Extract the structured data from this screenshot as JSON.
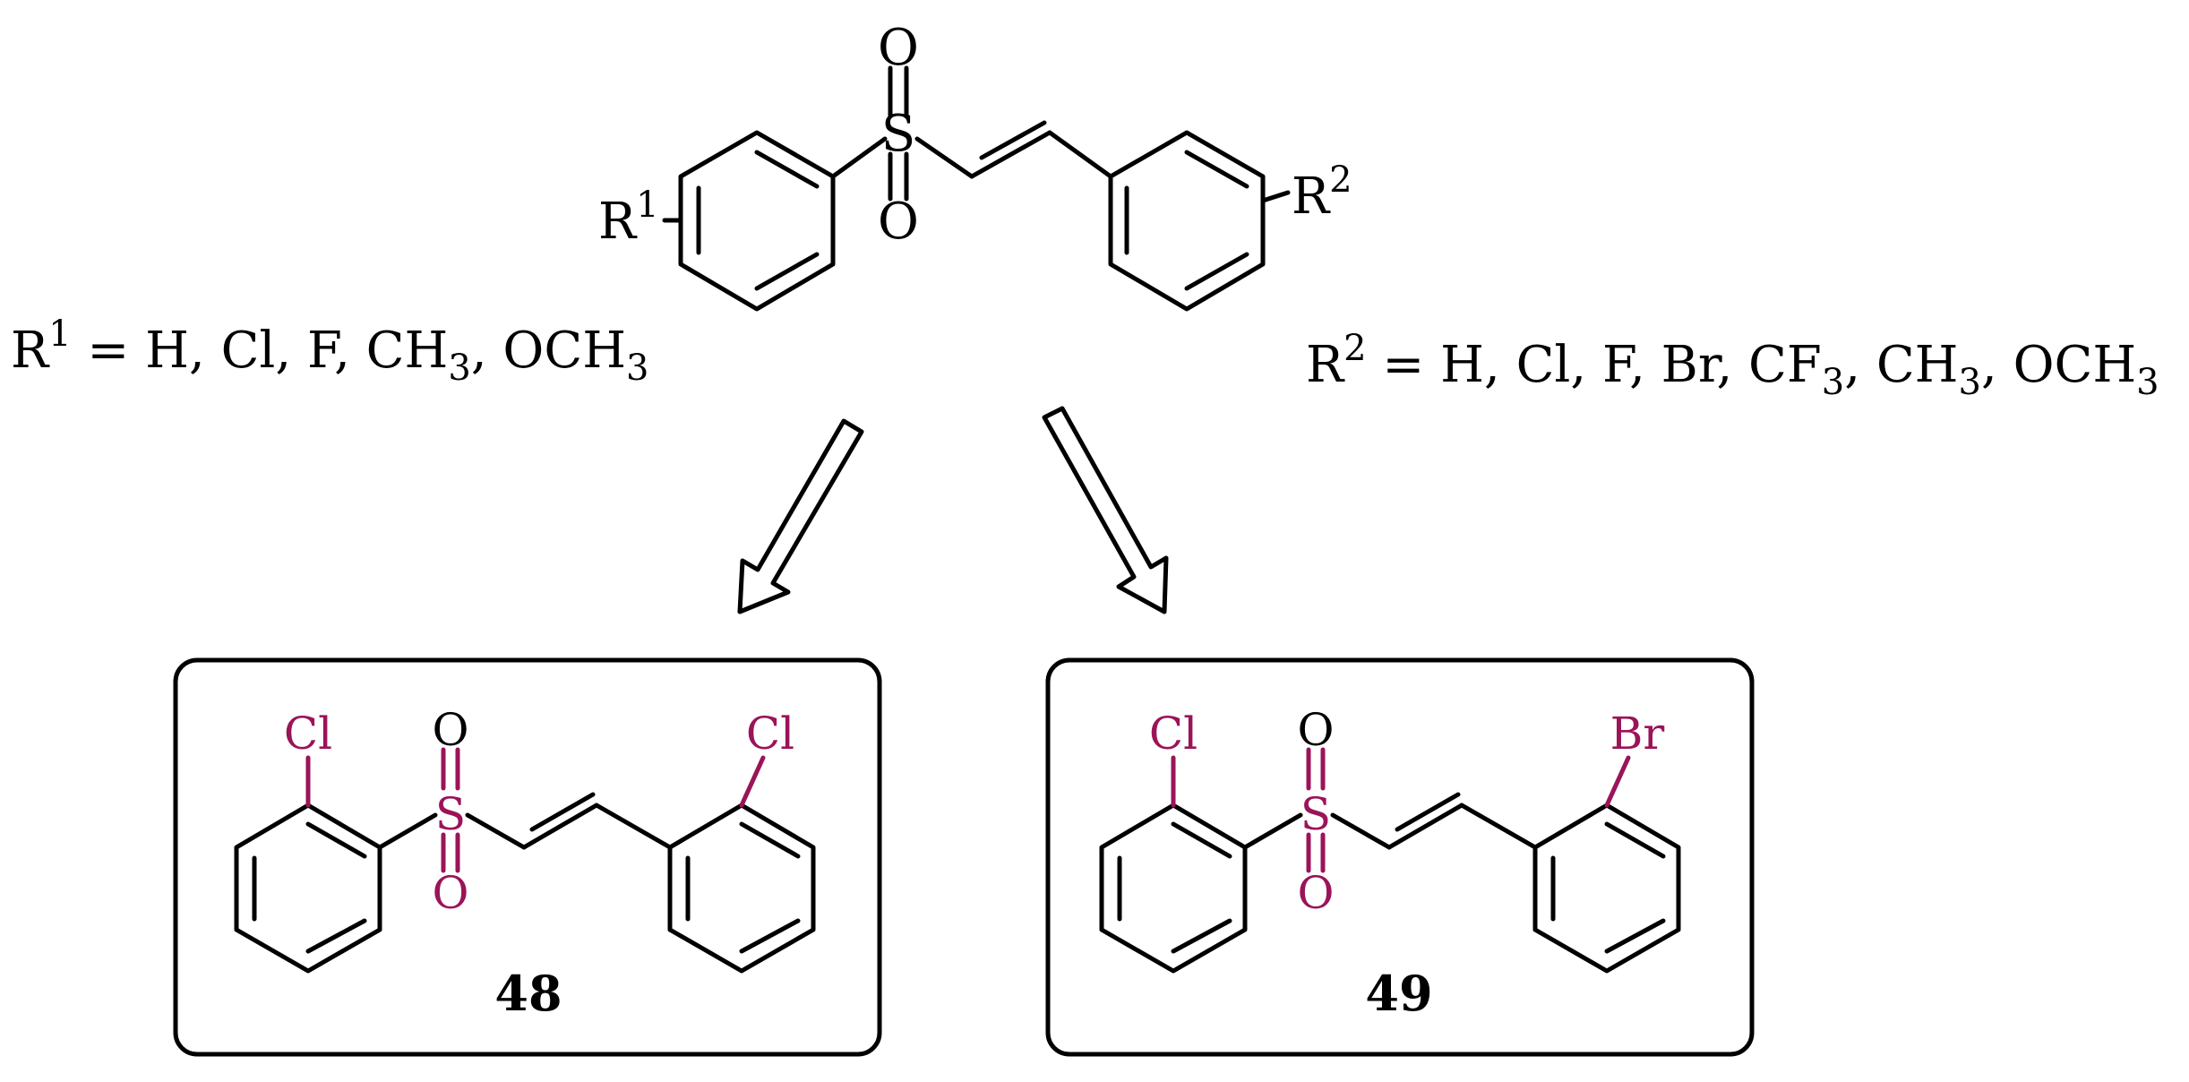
{
  "colors": {
    "bond": "#000000",
    "heteroatom_highlight": "#9a1459",
    "background": "#ffffff"
  },
  "general": {
    "oxygen_top": "O",
    "oxygen_bottom": "O",
    "sulfur": "S",
    "r1_letter": "R",
    "r1_index": "1",
    "r2_letter": "R",
    "r2_index": "2"
  },
  "definitions": {
    "r1_prefix": "R",
    "r1_index": "1",
    "r1_text_a": " = H, Cl, F, CH",
    "r1_sub_a": "3",
    "r1_text_b": ", OCH",
    "r1_sub_b": "3",
    "r2_prefix": "R",
    "r2_index": "2",
    "r2_text_a": " = H, Cl, F, Br, CF",
    "r2_sub_a": "3",
    "r2_text_b": ", CH",
    "r2_sub_b": "3",
    "r2_text_c": ", OCH",
    "r2_sub_c": "3"
  },
  "compound_48": {
    "number": "48",
    "left_substituent": "Cl",
    "right_substituent": "Cl",
    "sulfur": "S",
    "oxygen_top": "O",
    "oxygen_bottom": "O"
  },
  "compound_49": {
    "number": "49",
    "left_substituent": "Cl",
    "right_substituent": "Br",
    "sulfur": "S",
    "oxygen_top": "O",
    "oxygen_bottom": "O"
  }
}
